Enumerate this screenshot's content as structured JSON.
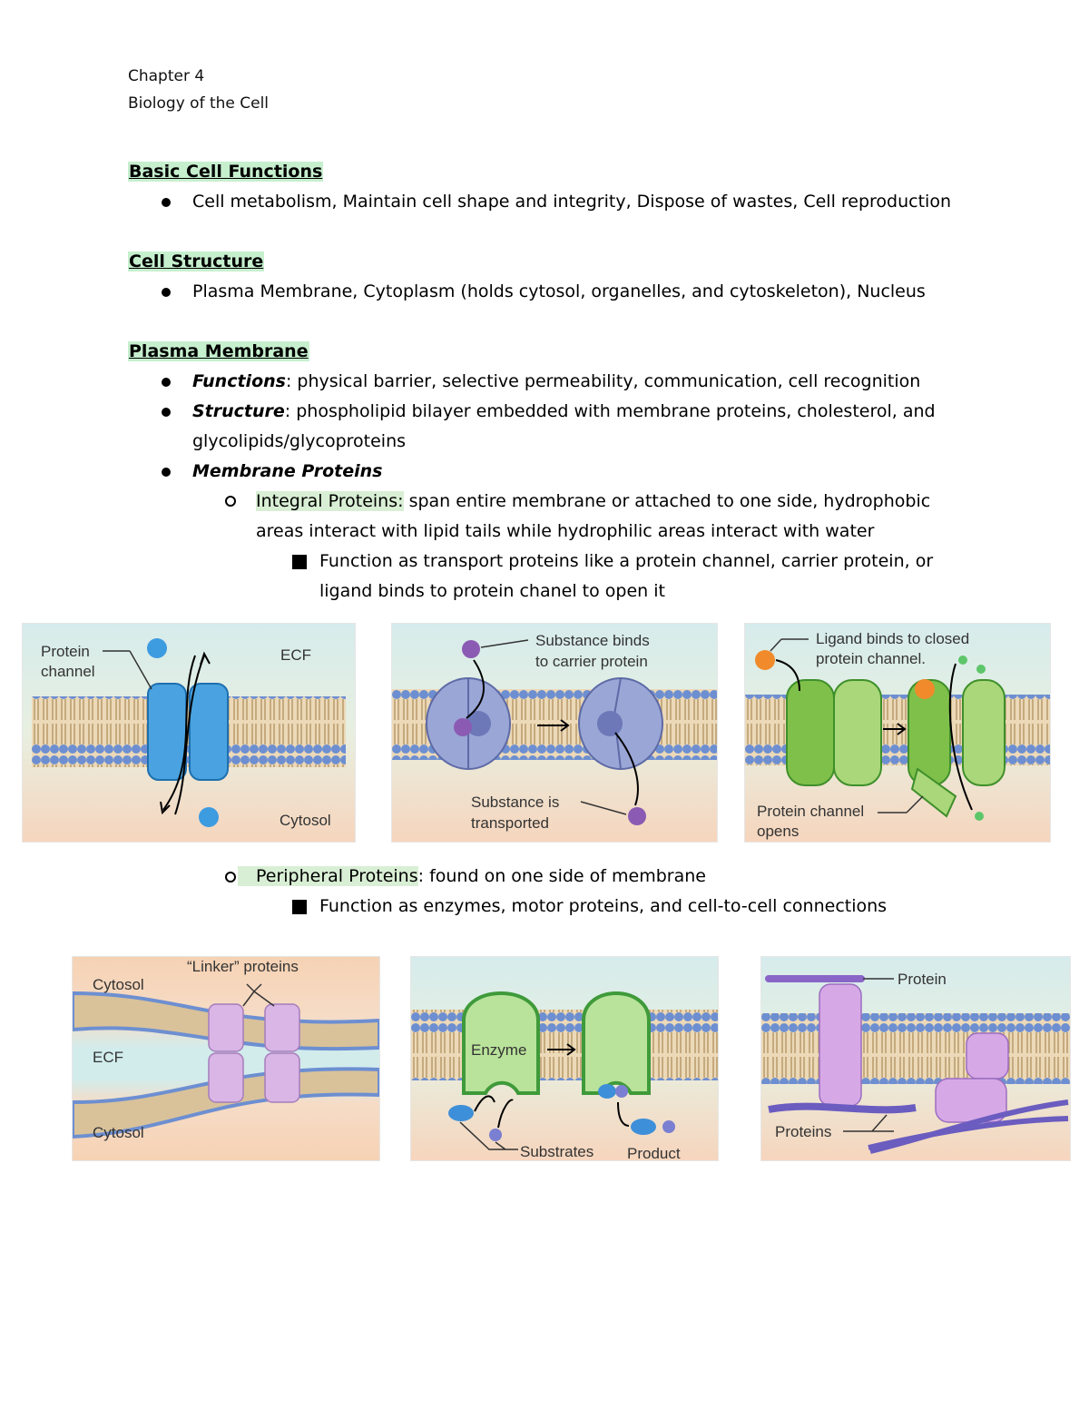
{
  "header": {
    "chapter": "Chapter 4",
    "title": "Biology of the Cell"
  },
  "sections": {
    "basic": {
      "heading": "Basic Cell Functions",
      "item": "Cell metabolism, Maintain cell shape and integrity, Dispose of wastes, Cell reproduction"
    },
    "structure": {
      "heading": "Cell Structure",
      "item": "Plasma Membrane, Cytoplasm (holds cytosol, organelles, and cytoskeleton), Nucleus"
    },
    "membrane": {
      "heading": "Plasma Membrane",
      "functions_label": "Functions",
      "functions_text": ": physical barrier, selective permeability, communication, cell recognition",
      "structure_label": "Structure",
      "structure_text_1": ": phospholipid bilayer embedded with membrane proteins, cholesterol, and",
      "structure_text_2": "glycolipids/glycoproteins",
      "proteins_label": "Membrane Proteins",
      "integral_label": "Integral Proteins:",
      "integral_text_1": " span entire membrane or attached to one side, hydrophobic",
      "integral_text_2": "areas interact with lipid tails while hydrophilic areas interact with water",
      "integral_sub_1": "Function as transport proteins like a protein channel, carrier protein, or",
      "integral_sub_2": "ligand binds to protein chanel to open it",
      "peripheral_label": "Peripheral Proteins",
      "peripheral_text": ": found on one side of membrane",
      "peripheral_sub": "Function as enzymes, motor proteins, and cell-to-cell connections"
    }
  },
  "figures": {
    "channel": {
      "label_1": "Protein",
      "label_2": "channel",
      "ecf": "ECF",
      "cytosol": "Cytosol"
    },
    "carrier": {
      "top_1": "Substance binds",
      "top_2": "to carrier protein",
      "bottom_1": "Substance is",
      "bottom_2": "transported"
    },
    "ligand": {
      "top_1": "Ligand binds to closed",
      "top_2": "protein channel.",
      "bottom_1": "Protein channel",
      "bottom_2": "opens"
    },
    "linker": {
      "title": "“Linker” proteins",
      "cytosol_top": "Cytosol",
      "ecf": "ECF",
      "cytosol_bottom": "Cytosol"
    },
    "enzyme": {
      "enzyme": "Enzyme",
      "substrates": "Substrates",
      "product": "Product"
    },
    "motor": {
      "protein": "Protein",
      "proteins": "Proteins"
    }
  },
  "colors": {
    "section_highlight": "#c6efce",
    "ecf_bg": "#d7ecec",
    "cytosol_bg": "#f7d9c2",
    "lipid_head": "#6d8fd1",
    "channel_blue": "#4aa3e0",
    "carrier_purple": "#9aa6d6",
    "ligand_green": "#7fc04a",
    "linker_lilac": "#d9b6e6"
  }
}
